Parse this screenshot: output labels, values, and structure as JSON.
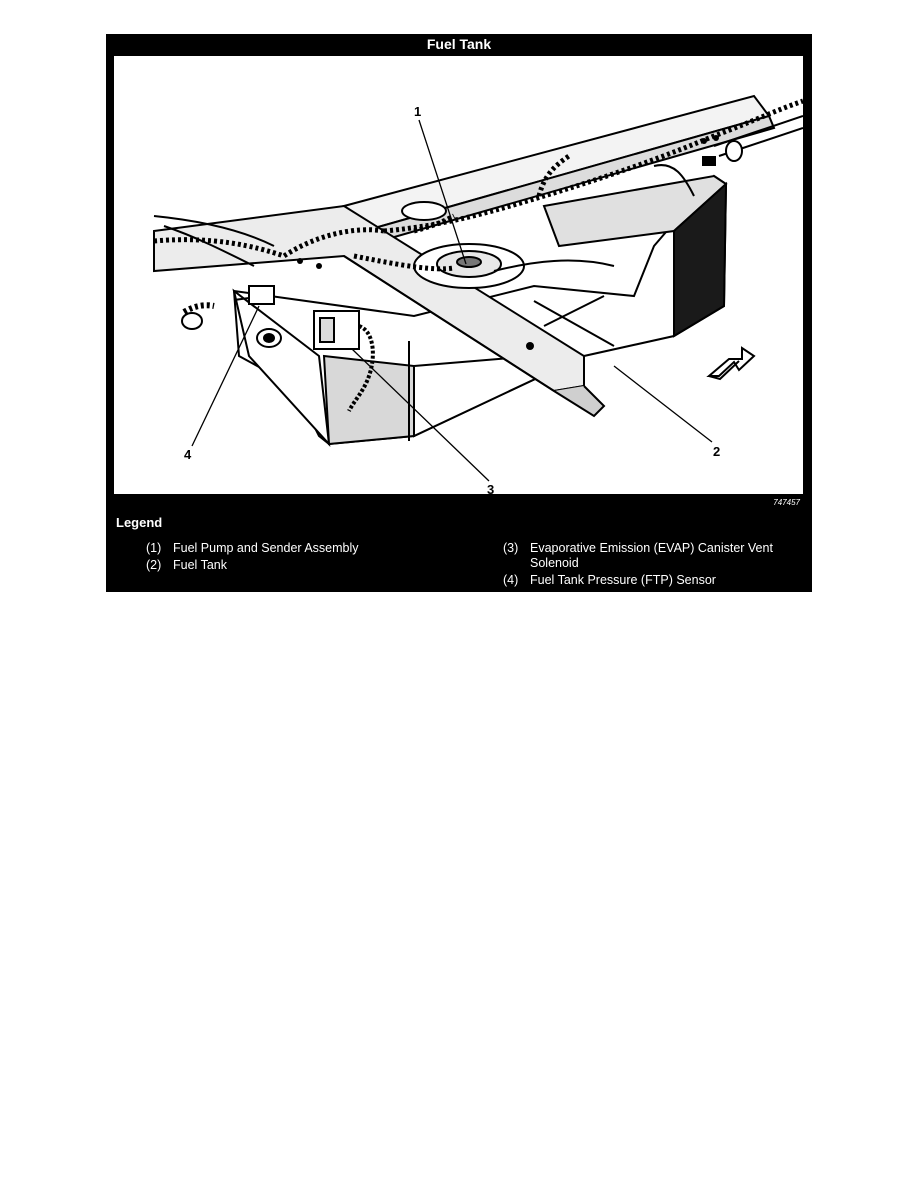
{
  "title": "Fuel Tank",
  "figure_id": "747457",
  "callouts": [
    "1",
    "2",
    "3",
    "4"
  ],
  "legend": {
    "heading": "Legend",
    "items": [
      {
        "num": "(1)",
        "text": "Fuel Pump and Sender Assembly"
      },
      {
        "num": "(2)",
        "text": "Fuel Tank"
      },
      {
        "num": "(3)",
        "text": "Evaporative Emission (EVAP) Canister Vent Solenoid"
      },
      {
        "num": "(4)",
        "text": "Fuel Tank Pressure (FTP) Sensor"
      }
    ]
  }
}
